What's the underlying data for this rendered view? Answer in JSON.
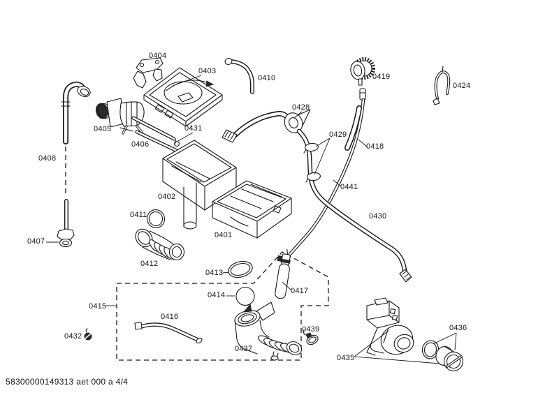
{
  "document": {
    "doc_number": "58300000149313 aet 000 a 4/4",
    "sheet_indicator": "4/4"
  },
  "colors": {
    "line": "#191919",
    "background": "#ffffff",
    "label_text": "#161616"
  },
  "parts": {
    "p0401": {
      "label": "0401"
    },
    "p0402": {
      "label": "0402"
    },
    "p0403": {
      "label": "0403"
    },
    "p0404": {
      "label": "0404"
    },
    "p0405": {
      "label": "0405"
    },
    "p0406": {
      "label": "0406"
    },
    "p0407": {
      "label": "0407"
    },
    "p0408": {
      "label": "0408"
    },
    "p0410": {
      "label": "0410"
    },
    "p0411": {
      "label": "0411"
    },
    "p0412": {
      "label": "0412"
    },
    "p0413": {
      "label": "0413"
    },
    "p0414": {
      "label": "0414"
    },
    "p0415": {
      "label": "0415"
    },
    "p0416": {
      "label": "0416"
    },
    "p0417": {
      "label": "0417"
    },
    "p0418": {
      "label": "0418"
    },
    "p0419": {
      "label": "0419"
    },
    "p0424": {
      "label": "0424"
    },
    "p0428": {
      "label": "0428"
    },
    "p0429": {
      "label": "0429"
    },
    "p0430": {
      "label": "0430"
    },
    "p0431": {
      "label": "0431"
    },
    "p0432": {
      "label": "0432"
    },
    "p0435": {
      "label": "0435"
    },
    "p0436": {
      "label": "0436"
    },
    "p0437": {
      "label": "0437"
    },
    "p0439": {
      "label": "0439"
    },
    "p0441": {
      "label": "0441"
    }
  }
}
